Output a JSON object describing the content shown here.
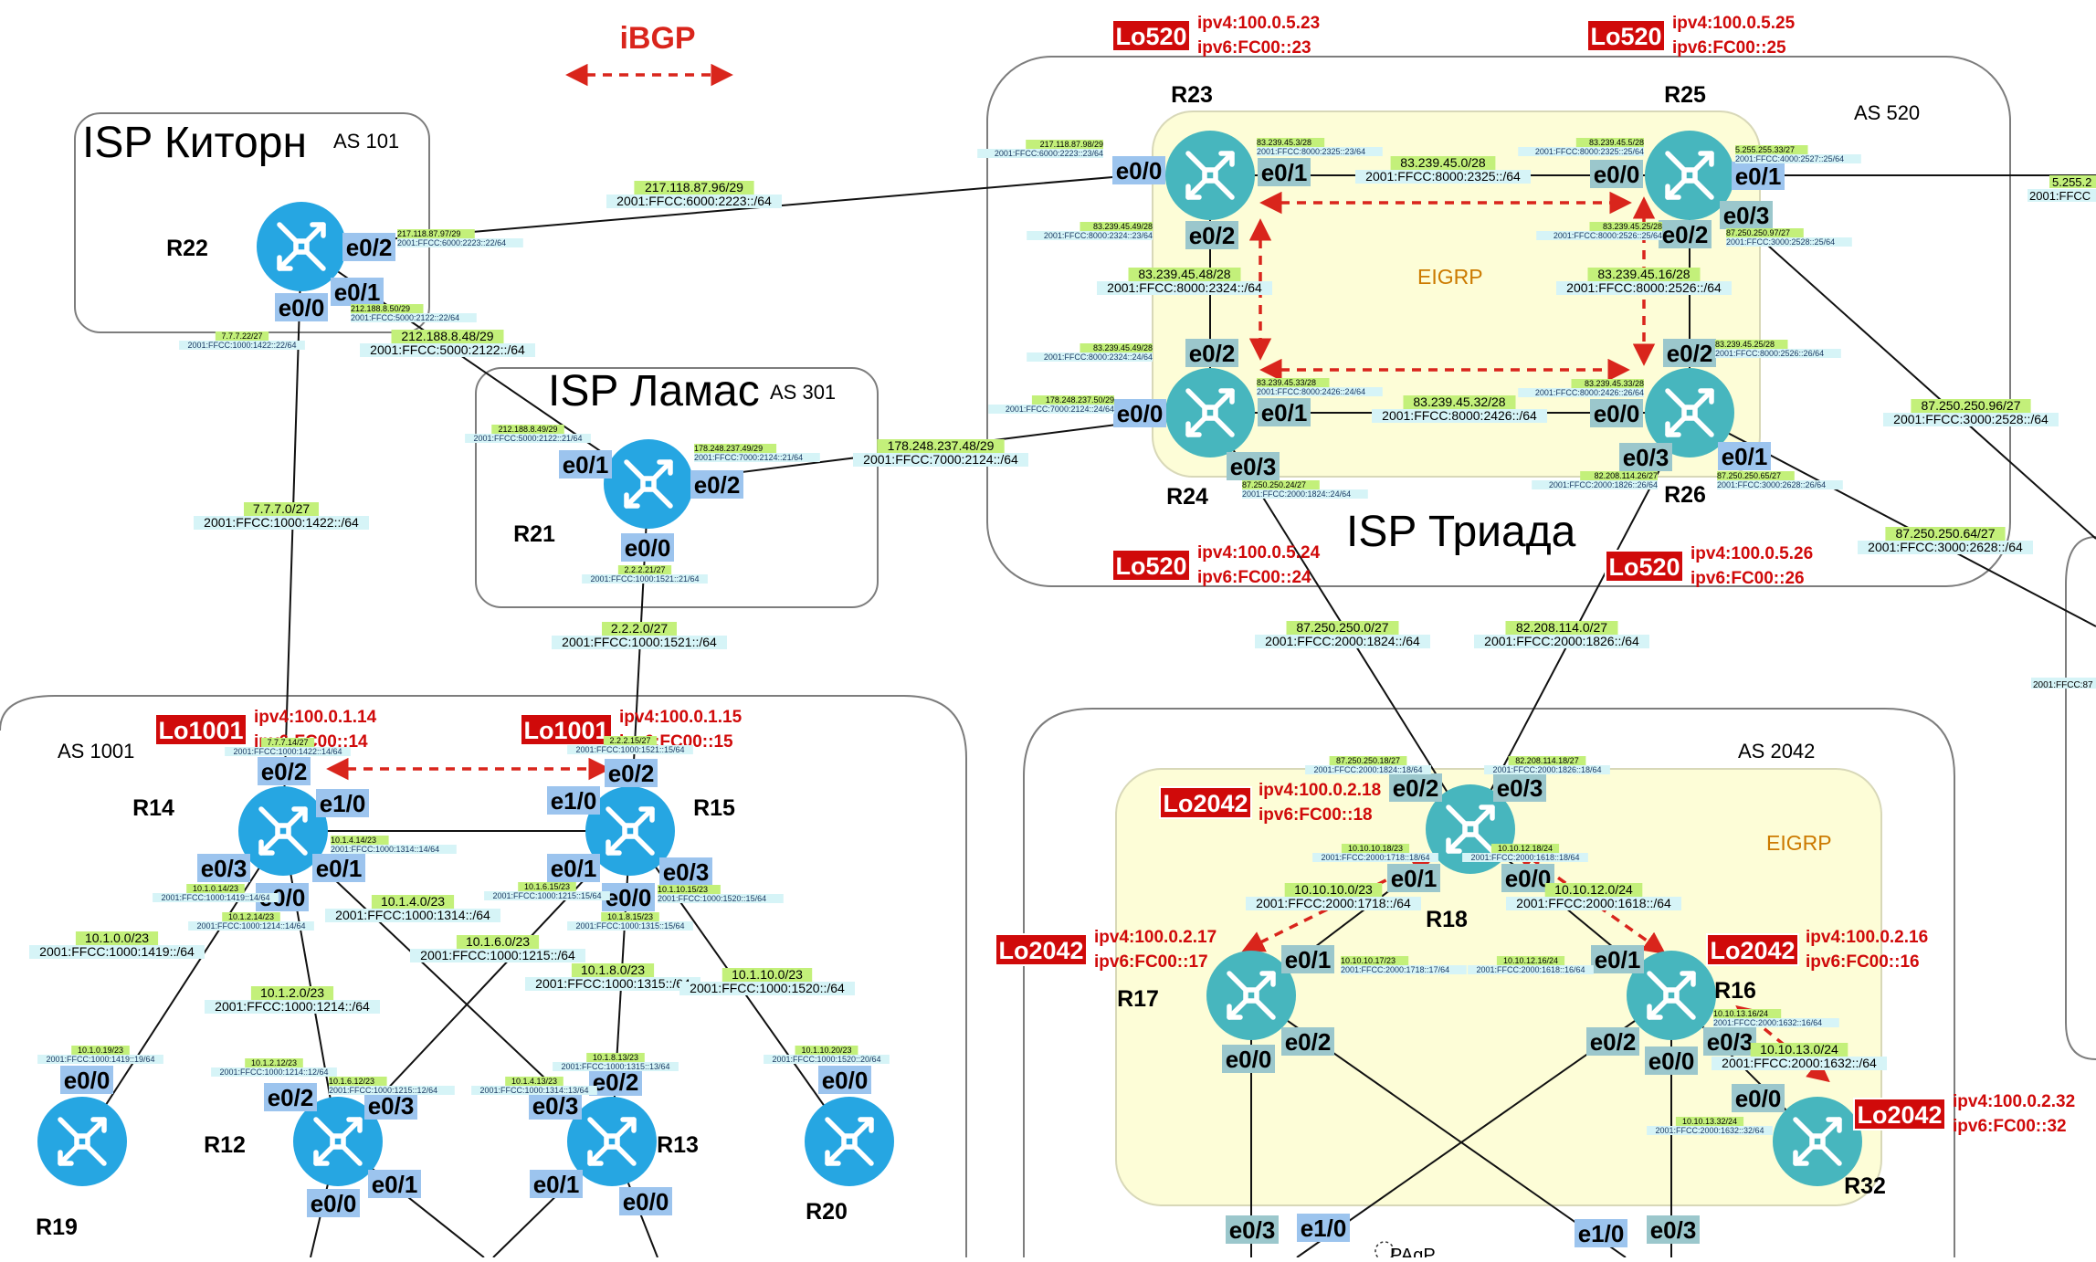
{
  "title": "iBGP",
  "colors": {
    "router_blue": "#26a6e2",
    "router_teal": "#47b6be",
    "lo_red": "#d00a0a",
    "iface_bg": "#9cc4ee",
    "iface_bg_teal": "#9bc7cc",
    "net_bg": "#c3f07a",
    "net6_bg": "#d6f4f7",
    "eigrp_bg": "#fdfdd7",
    "eigrp_text": "#cc7a00",
    "ibgp_red": "#d9251c"
  },
  "zones": [
    {
      "id": "as101",
      "name": "ISP Киторн",
      "as": "AS 101"
    },
    {
      "id": "as301",
      "name": "ISP Ламас",
      "as": "AS 301"
    },
    {
      "id": "as520",
      "name": "ISP Триада",
      "as": "AS 520",
      "eigrp": "EIGRP"
    },
    {
      "id": "as1001",
      "name": "",
      "as": "AS 1001"
    },
    {
      "id": "as2042",
      "name": "",
      "as": "AS 2042",
      "eigrp": "EIGRP"
    }
  ],
  "routers": [
    {
      "id": "R22",
      "icon": "router-icon",
      "color": "blue"
    },
    {
      "id": "R21",
      "icon": "router-icon",
      "color": "blue"
    },
    {
      "id": "R23",
      "icon": "router-icon",
      "color": "teal"
    },
    {
      "id": "R25",
      "icon": "router-icon",
      "color": "teal"
    },
    {
      "id": "R24",
      "icon": "router-icon",
      "color": "teal"
    },
    {
      "id": "R26",
      "icon": "router-icon",
      "color": "teal"
    },
    {
      "id": "R14",
      "icon": "router-icon",
      "color": "blue"
    },
    {
      "id": "R15",
      "icon": "router-icon",
      "color": "blue"
    },
    {
      "id": "R12",
      "icon": "router-icon",
      "color": "blue"
    },
    {
      "id": "R13",
      "icon": "router-icon",
      "color": "blue"
    },
    {
      "id": "R19",
      "icon": "router-icon",
      "color": "blue"
    },
    {
      "id": "R20",
      "icon": "router-icon",
      "color": "blue"
    },
    {
      "id": "R18",
      "icon": "router-icon",
      "color": "teal"
    },
    {
      "id": "R17",
      "icon": "router-icon",
      "color": "teal"
    },
    {
      "id": "R16",
      "icon": "router-icon",
      "color": "teal"
    },
    {
      "id": "R32",
      "icon": "router-icon",
      "color": "teal"
    }
  ],
  "loopbacks": [
    {
      "id": "lo-r23",
      "name": "Lo520",
      "v4": "ipv4:100.0.5.23",
      "v6": "ipv6:FC00::23"
    },
    {
      "id": "lo-r25",
      "name": "Lo520",
      "v4": "ipv4:100.0.5.25",
      "v6": "ipv6:FC00::25"
    },
    {
      "id": "lo-r24",
      "name": "Lo520",
      "v4": "ipv4:100.0.5.24",
      "v6": "ipv6:FC00::24"
    },
    {
      "id": "lo-r26",
      "name": "Lo520",
      "v4": "ipv4:100.0.5.26",
      "v6": "ipv6:FC00::26"
    },
    {
      "id": "lo-r14",
      "name": "Lo1001",
      "v4": "ipv4:100.0.1.14",
      "v6": "ipv6:FC00::14"
    },
    {
      "id": "lo-r15",
      "name": "Lo1001",
      "v4": "ipv4:100.0.1.15",
      "v6": "ipv6:FC00::15"
    },
    {
      "id": "lo-r18",
      "name": "Lo2042",
      "v4": "ipv4:100.0.2.18",
      "v6": "ipv6:FC00::18"
    },
    {
      "id": "lo-r17",
      "name": "Lo2042",
      "v4": "ipv4:100.0.2.17",
      "v6": "ipv6:FC00::17"
    },
    {
      "id": "lo-r16",
      "name": "Lo2042",
      "v4": "ipv4:100.0.2.16",
      "v6": "ipv6:FC00::16"
    },
    {
      "id": "lo-r32",
      "name": "Lo2042",
      "v4": "ipv4:100.0.2.32",
      "v6": "ipv6:FC00::32"
    }
  ],
  "interfaces": [
    {
      "id": "i-r22-e02",
      "text": "e0/2"
    },
    {
      "id": "i-r22-e01",
      "text": "e0/1"
    },
    {
      "id": "i-r22-e00",
      "text": "e0/0"
    },
    {
      "id": "i-r21-e01",
      "text": "e0/1"
    },
    {
      "id": "i-r21-e02",
      "text": "e0/2"
    },
    {
      "id": "i-r21-e00",
      "text": "e0/0"
    },
    {
      "id": "i-r23-e00",
      "text": "e0/0"
    },
    {
      "id": "i-r23-e01",
      "text": "e0/1"
    },
    {
      "id": "i-r23-e02",
      "text": "e0/2"
    },
    {
      "id": "i-r25-e00",
      "text": "e0/0"
    },
    {
      "id": "i-r25-e01",
      "text": "e0/1"
    },
    {
      "id": "i-r25-e03",
      "text": "e0/3"
    },
    {
      "id": "i-r25-e02",
      "text": "e0/2"
    },
    {
      "id": "i-r24-e02",
      "text": "e0/2"
    },
    {
      "id": "i-r24-e00",
      "text": "e0/0"
    },
    {
      "id": "i-r24-e01",
      "text": "e0/1"
    },
    {
      "id": "i-r24-e03",
      "text": "e0/3"
    },
    {
      "id": "i-r26-e02",
      "text": "e0/2"
    },
    {
      "id": "i-r26-e00",
      "text": "e0/0"
    },
    {
      "id": "i-r26-e03",
      "text": "e0/3"
    },
    {
      "id": "i-r26-e01",
      "text": "e0/1"
    },
    {
      "id": "i-r14-e02",
      "text": "e0/2"
    },
    {
      "id": "i-r14-e10",
      "text": "e1/0"
    },
    {
      "id": "i-r14-e03",
      "text": "e0/3"
    },
    {
      "id": "i-r14-e01",
      "text": "e0/1"
    },
    {
      "id": "i-r14-e00",
      "text": "e0/0"
    },
    {
      "id": "i-r15-e02",
      "text": "e0/2"
    },
    {
      "id": "i-r15-e10",
      "text": "e1/0"
    },
    {
      "id": "i-r15-e01",
      "text": "e0/1"
    },
    {
      "id": "i-r15-e03",
      "text": "e0/3"
    },
    {
      "id": "i-r15-e00",
      "text": "e0/0"
    },
    {
      "id": "i-r19-e00",
      "text": "e0/0"
    },
    {
      "id": "i-r12-e02",
      "text": "e0/2"
    },
    {
      "id": "i-r12-e03",
      "text": "e0/3"
    },
    {
      "id": "i-r12-e01",
      "text": "e0/1"
    },
    {
      "id": "i-r12-e00",
      "text": "e0/0"
    },
    {
      "id": "i-r13-e02",
      "text": "e0/2"
    },
    {
      "id": "i-r13-e03",
      "text": "e0/3"
    },
    {
      "id": "i-r13-e01",
      "text": "e0/1"
    },
    {
      "id": "i-r13-e00",
      "text": "e0/0"
    },
    {
      "id": "i-r20-e00",
      "text": "e0/0"
    },
    {
      "id": "i-r18-e02",
      "text": "e0/2"
    },
    {
      "id": "i-r18-e03",
      "text": "e0/3"
    },
    {
      "id": "i-r18-e01",
      "text": "e0/1"
    },
    {
      "id": "i-r18-e00",
      "text": "e0/0"
    },
    {
      "id": "i-r17-e01",
      "text": "e0/1"
    },
    {
      "id": "i-r17-e02",
      "text": "e0/2"
    },
    {
      "id": "i-r17-e00",
      "text": "e0/0"
    },
    {
      "id": "i-r16-e01",
      "text": "e0/1"
    },
    {
      "id": "i-r16-e03",
      "text": "e0/3"
    },
    {
      "id": "i-r16-e02",
      "text": "e0/2"
    },
    {
      "id": "i-r16-e00",
      "text": "e0/0"
    },
    {
      "id": "i-r32-e00",
      "text": "e0/0"
    },
    {
      "id": "i-b1-e03",
      "text": "e0/3"
    },
    {
      "id": "i-b1-e10",
      "text": "e1/0"
    },
    {
      "id": "i-b2-e10",
      "text": "e1/0"
    },
    {
      "id": "i-b2-e03",
      "text": "e0/3"
    }
  ],
  "links": [
    {
      "id": "n-r22-r23",
      "v4": "217.118.87.96/29",
      "v6": "2001:FFCC:6000:2223::/64"
    },
    {
      "id": "n-r22-r21",
      "v4": "212.188.8.48/29",
      "v6": "2001:FFCC:5000:2122::/64"
    },
    {
      "id": "n-r22-r14",
      "v4": "7.7.7.0/27",
      "v6": "2001:FFCC:1000:1422::/64"
    },
    {
      "id": "n-r21-r24",
      "v4": "178.248.237.48/29",
      "v6": "2001:FFCC:7000:2124::/64"
    },
    {
      "id": "n-r21-r15",
      "v4": "2.2.2.0/27",
      "v6": "2001:FFCC:1000:1521::/64"
    },
    {
      "id": "n-r23-r25",
      "v4": "83.239.45.0/28",
      "v6": "2001:FFCC:8000:2325::/64"
    },
    {
      "id": "n-r23-r24",
      "v4": "83.239.45.48/28",
      "v6": "2001:FFCC:8000:2324::/64"
    },
    {
      "id": "n-r25-r26",
      "v4": "83.239.45.16/28",
      "v6": "2001:FFCC:8000:2526::/64"
    },
    {
      "id": "n-r24-r26",
      "v4": "83.239.45.32/28",
      "v6": "2001:FFCC:8000:2426::/64"
    },
    {
      "id": "n-r25-r28",
      "v4": "87.250.250.96/27",
      "v6": "2001:FFCC:3000:2528::/64"
    },
    {
      "id": "n-r26-r28",
      "v4": "87.250.250.64/27",
      "v6": "2001:FFCC:3000:2628::/64"
    },
    {
      "id": "n-r24-r18",
      "v4": "87.250.250.0/27",
      "v6": "2001:FFCC:2000:1824::/64"
    },
    {
      "id": "n-r26-r18",
      "v4": "82.208.114.0/27",
      "v6": "2001:FFCC:2000:1826::/64"
    },
    {
      "id": "n-r14-r19",
      "v4": "10.1.0.0/23",
      "v6": "2001:FFCC:1000:1419::/64"
    },
    {
      "id": "n-r14-r12",
      "v4": "10.1.2.0/23",
      "v6": "2001:FFCC:1000:1214::/64"
    },
    {
      "id": "n-r14-r13",
      "v4": "10.1.4.0/23",
      "v6": "2001:FFCC:1000:1314::/64"
    },
    {
      "id": "n-r15-r12",
      "v4": "10.1.6.0/23",
      "v6": "2001:FFCC:1000:1215::/64"
    },
    {
      "id": "n-r15-r13",
      "v4": "10.1.8.0/23",
      "v6": "2001:FFCC:1000:1315::/64"
    },
    {
      "id": "n-r15-r20",
      "v4": "10.1.10.0/23",
      "v6": "2001:FFCC:1000:1520::/64"
    },
    {
      "id": "n-r18-r17",
      "v4": "10.10.10.0/23",
      "v6": "2001:FFCC:2000:1718::/64"
    },
    {
      "id": "n-r18-r16",
      "v4": "10.10.12.0/24",
      "v6": "2001:FFCC:2000:1618::/64"
    },
    {
      "id": "n-r16-r32",
      "v4": "10.10.13.0/24",
      "v6": "2001:FFCC:2000:1632::/64"
    }
  ],
  "addrs": [
    {
      "id": "a-r22-e02",
      "v4": "217.118.87.97/29",
      "v6": "2001:FFCC:6000:2223::22/64"
    },
    {
      "id": "a-r22-e01",
      "v4": "212.188.8.50/29",
      "v6": "2001:FFCC:5000:2122::22/64"
    },
    {
      "id": "a-r22-e00",
      "v4": "7.7.7.22/27",
      "v6": "2001:FFCC:1000:1422::22/64"
    },
    {
      "id": "a-r21-e01",
      "v4": "212.188.8.49/29",
      "v6": "2001:FFCC:5000:2122::21/64"
    },
    {
      "id": "a-r21-e02",
      "v4": "178.248.237.49/29",
      "v6": "2001:FFCC:7000:2124::21/64"
    },
    {
      "id": "a-r21-e00",
      "v4": "2.2.2.21/27",
      "v6": "2001:FFCC:1000:1521::21/64"
    },
    {
      "id": "a-r23-e00",
      "v4": "217.118.87.98/29",
      "v6": "2001:FFCC:6000:2223::23/64"
    },
    {
      "id": "a-r23-e01",
      "v4": "83.239.45.3/28",
      "v6": "2001:FFCC:8000:2325::23/64"
    },
    {
      "id": "a-r23-e02",
      "v4": "83.239.45.49/28",
      "v6": "2001:FFCC:8000:2324::23/64"
    },
    {
      "id": "a-r25-e00",
      "v4": "83.239.45.5/28",
      "v6": "2001:FFCC:8000:2325::25/64"
    },
    {
      "id": "a-r25-e01",
      "v4": "5.255.255.33/27",
      "v6": "2001:FFCC:4000:2527::25/64"
    },
    {
      "id": "a-r25-e02",
      "v4": "83.239.45.25/28",
      "v6": "2001:FFCC:8000:2526::25/64"
    },
    {
      "id": "a-r25-e03",
      "v4": "87.250.250.97/27",
      "v6": "2001:FFCC:3000:2528::25/64"
    },
    {
      "id": "a-r24-e02",
      "v4": "83.239.45.49/28",
      "v6": "2001:FFCC:8000:2324::24/64"
    },
    {
      "id": "a-r24-e00",
      "v4": "178.248.237.50/29",
      "v6": "2001:FFCC:7000:2124::24/64"
    },
    {
      "id": "a-r24-e01",
      "v4": "83.239.45.33/28",
      "v6": "2001:FFCC:8000:2426::24/64"
    },
    {
      "id": "a-r24-e03",
      "v4": "87.250.250.24/27",
      "v6": "2001:FFCC:2000:1824::24/64"
    },
    {
      "id": "a-r26-e02",
      "v4": "83.239.45.25/28",
      "v6": "2001:FFCC:8000:2526::26/64"
    },
    {
      "id": "a-r26-e00",
      "v4": "83.239.45.33/28",
      "v6": "2001:FFCC:8000:2426::26/64"
    },
    {
      "id": "a-r26-e03",
      "v4": "82.208.114.26/27",
      "v6": "2001:FFCC:2000:1826::26/64"
    },
    {
      "id": "a-r26-e01",
      "v4": "87.250.250.65/27",
      "v6": "2001:FFCC:3000:2628::26/64"
    },
    {
      "id": "a-r14-e02",
      "v4": "7.7.7.14/27",
      "v6": "2001:FFCC:1000:1422::14/64"
    },
    {
      "id": "a-r14-e01",
      "v4": "10.1.4.14/23",
      "v6": "2001:FFCC:1000:1314::14/64"
    },
    {
      "id": "a-r14-e03",
      "v4": "10.1.0.14/23",
      "v6": "2001:FFCC:1000:1419::14/64"
    },
    {
      "id": "a-r14-e00",
      "v4": "10.1.2.14/23",
      "v6": "2001:FFCC:1000:1214::14/64"
    },
    {
      "id": "a-r15-e02",
      "v4": "2.2.2.15/27",
      "v6": "2001:FFCC:1000:1521::15/64"
    },
    {
      "id": "a-r15-e01",
      "v4": "10.1.6.15/23",
      "v6": "2001:FFCC:1000:1215::15/64"
    },
    {
      "id": "a-r15-e03",
      "v4": "10.1.10.15/23",
      "v6": "2001:FFCC:1000:1520::15/64"
    },
    {
      "id": "a-r15-e00",
      "v4": "10.1.8.15/23",
      "v6": "2001:FFCC:1000:1315::15/64"
    },
    {
      "id": "a-r19-e00",
      "v4": "10.1.0.19/23",
      "v6": "2001:FFCC:1000:1419::19/64"
    },
    {
      "id": "a-r12-e02",
      "v4": "10.1.2.12/23",
      "v6": "2001:FFCC:1000:1214::12/64"
    },
    {
      "id": "a-r12-e03",
      "v4": "10.1.6.12/23",
      "v6": "2001:FFCC:1000:1215::12/64"
    },
    {
      "id": "a-r13-e03",
      "v4": "10.1.4.13/23",
      "v6": "2001:FFCC:1000:1314::13/64"
    },
    {
      "id": "a-r13-e02",
      "v4": "10.1.8.13/23",
      "v6": "2001:FFCC:1000:1315::13/64"
    },
    {
      "id": "a-r20-e00",
      "v4": "10.1.10.20/23",
      "v6": "2001:FFCC:1000:1520::20/64"
    },
    {
      "id": "a-r18-e02",
      "v4": "87.250.250.18/27",
      "v6": "2001:FFCC:2000:1824::18/64"
    },
    {
      "id": "a-r18-e03",
      "v4": "82.208.114.18/27",
      "v6": "2001:FFCC:2000:1826::18/64"
    },
    {
      "id": "a-r18-e01",
      "v4": "10.10.10.18/23",
      "v6": "2001:FFCC:2000:1718::18/64"
    },
    {
      "id": "a-r18-e00",
      "v4": "10.10.12.18/24",
      "v6": "2001:FFCC:2000:1618::18/64"
    },
    {
      "id": "a-r17-e01",
      "v4": "10.10.10.17/23",
      "v6": "2001:FFCC:2000:1718::17/64"
    },
    {
      "id": "a-r16-e01",
      "v4": "10.10.12.16/24",
      "v6": "2001:FFCC:2000:1618::16/64"
    },
    {
      "id": "a-r16-e03",
      "v4": "10.10.13.16/24",
      "v6": "2001:FFCC:2000:1632::16/64"
    },
    {
      "id": "a-r32-e00",
      "v4": "10.10.13.32/24",
      "v6": "2001:FFCC:2000:1632::32/64"
    }
  ],
  "edge_text": {
    "r27_v4": "5.255.2",
    "r27_v6": "2001:FFCC",
    "r28_v6": "2001:FFCC:87",
    "pagp": "PAgP"
  }
}
